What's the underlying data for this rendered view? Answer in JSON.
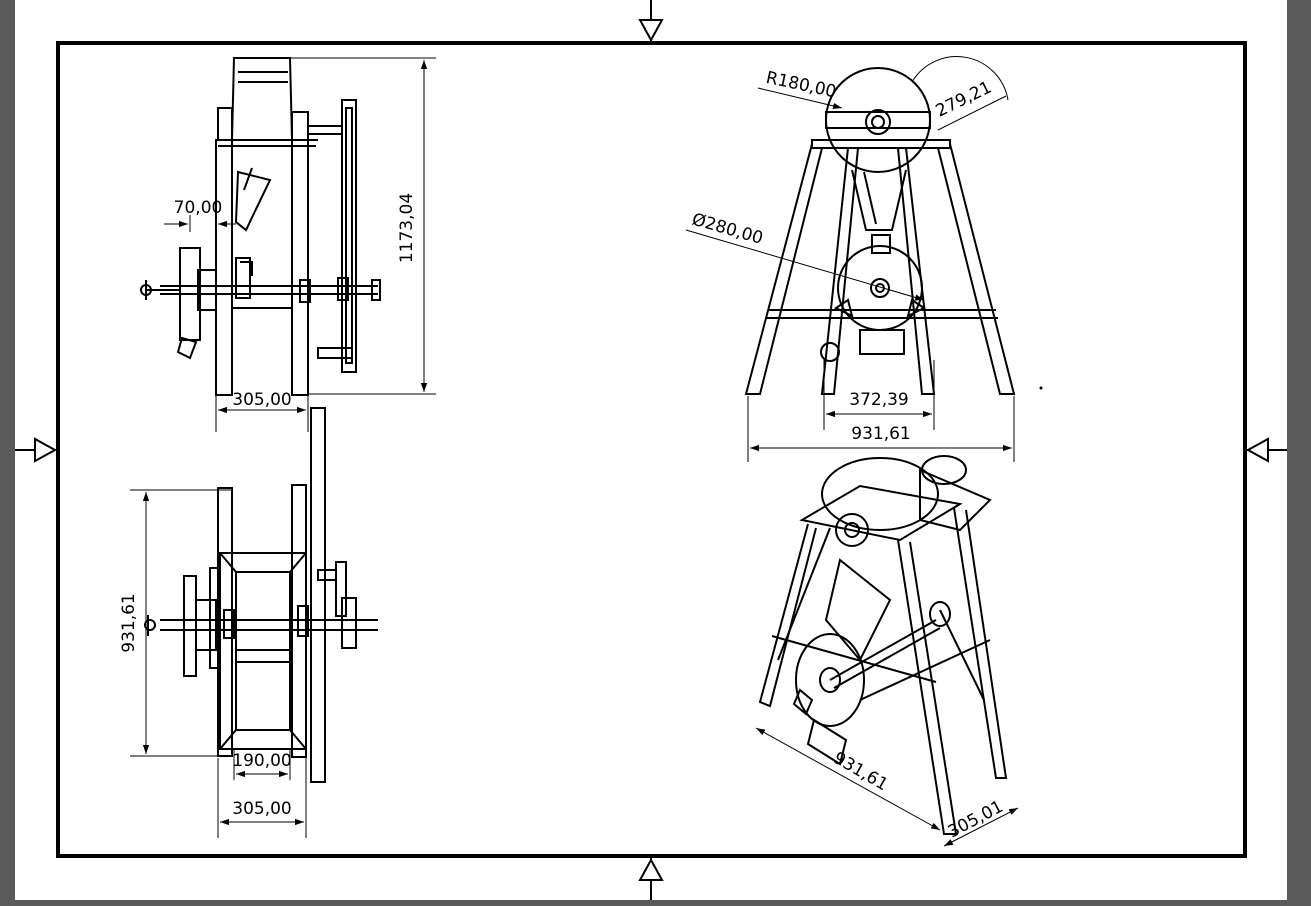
{
  "viewer": {
    "background_color": "#5a5a5a",
    "paper_color": "#ffffff",
    "line_color": "#000000"
  },
  "views": {
    "side_view": {
      "dims": {
        "width": "305,00",
        "height": "1173,04",
        "offset": "70,00"
      }
    },
    "top_view": {
      "dims": {
        "depth": "931,61",
        "inner": "190,00",
        "width": "305,00"
      }
    },
    "front_view": {
      "dims": {
        "radius": "R180,00",
        "arc": "279,21",
        "diameter": "Ø280,00",
        "base_inner": "372,39",
        "base_outer": "931,61"
      }
    },
    "iso_view": {
      "dims": {
        "length": "931,61",
        "width": "305,01"
      }
    }
  },
  "icons": [
    "center-mark-icon"
  ]
}
